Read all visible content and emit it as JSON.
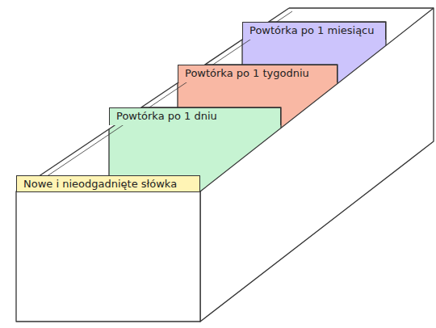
{
  "diagram": {
    "nodes": [
      {
        "text": [
          "Powtórka po 1 miesiącu"
        ]
      },
      {
        "text": [
          "Powtórka po 1 tygodniu"
        ]
      },
      {
        "text": [
          "Powtórka po 1 dniu"
        ]
      },
      {
        "text": [
          "Nowe i nieodgadnięte słówka"
        ]
      }
    ]
  }
}
